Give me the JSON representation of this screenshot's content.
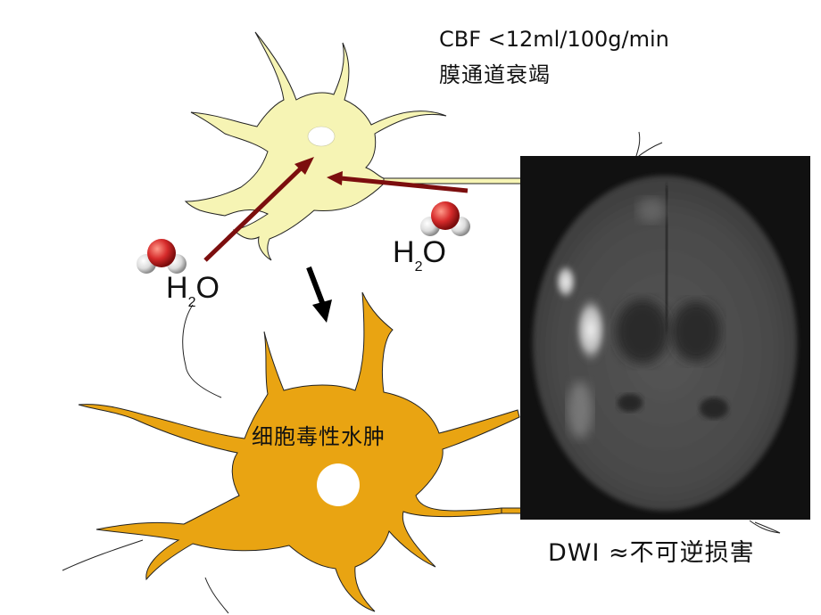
{
  "labels": {
    "cbf_threshold": "CBF <12ml/100g/min",
    "membrane_failure": "膜通道衰竭",
    "cytotoxic_edema": "细胞毒性水肿",
    "dwi_statement": "DWI ≈不可逆损害"
  },
  "water_left": {
    "element": "H",
    "subscript": "2",
    "element2": "O"
  },
  "water_right": {
    "element": "H",
    "subscript": "2",
    "element2": "O"
  },
  "colors": {
    "normal_neuron": "#f6f4b4",
    "swollen_neuron": "#e9a412",
    "arrow": "#7c0e0e",
    "oxygen": "#d62b2b",
    "hydrogen": "#eeeeee",
    "mri_background": "#111111"
  }
}
